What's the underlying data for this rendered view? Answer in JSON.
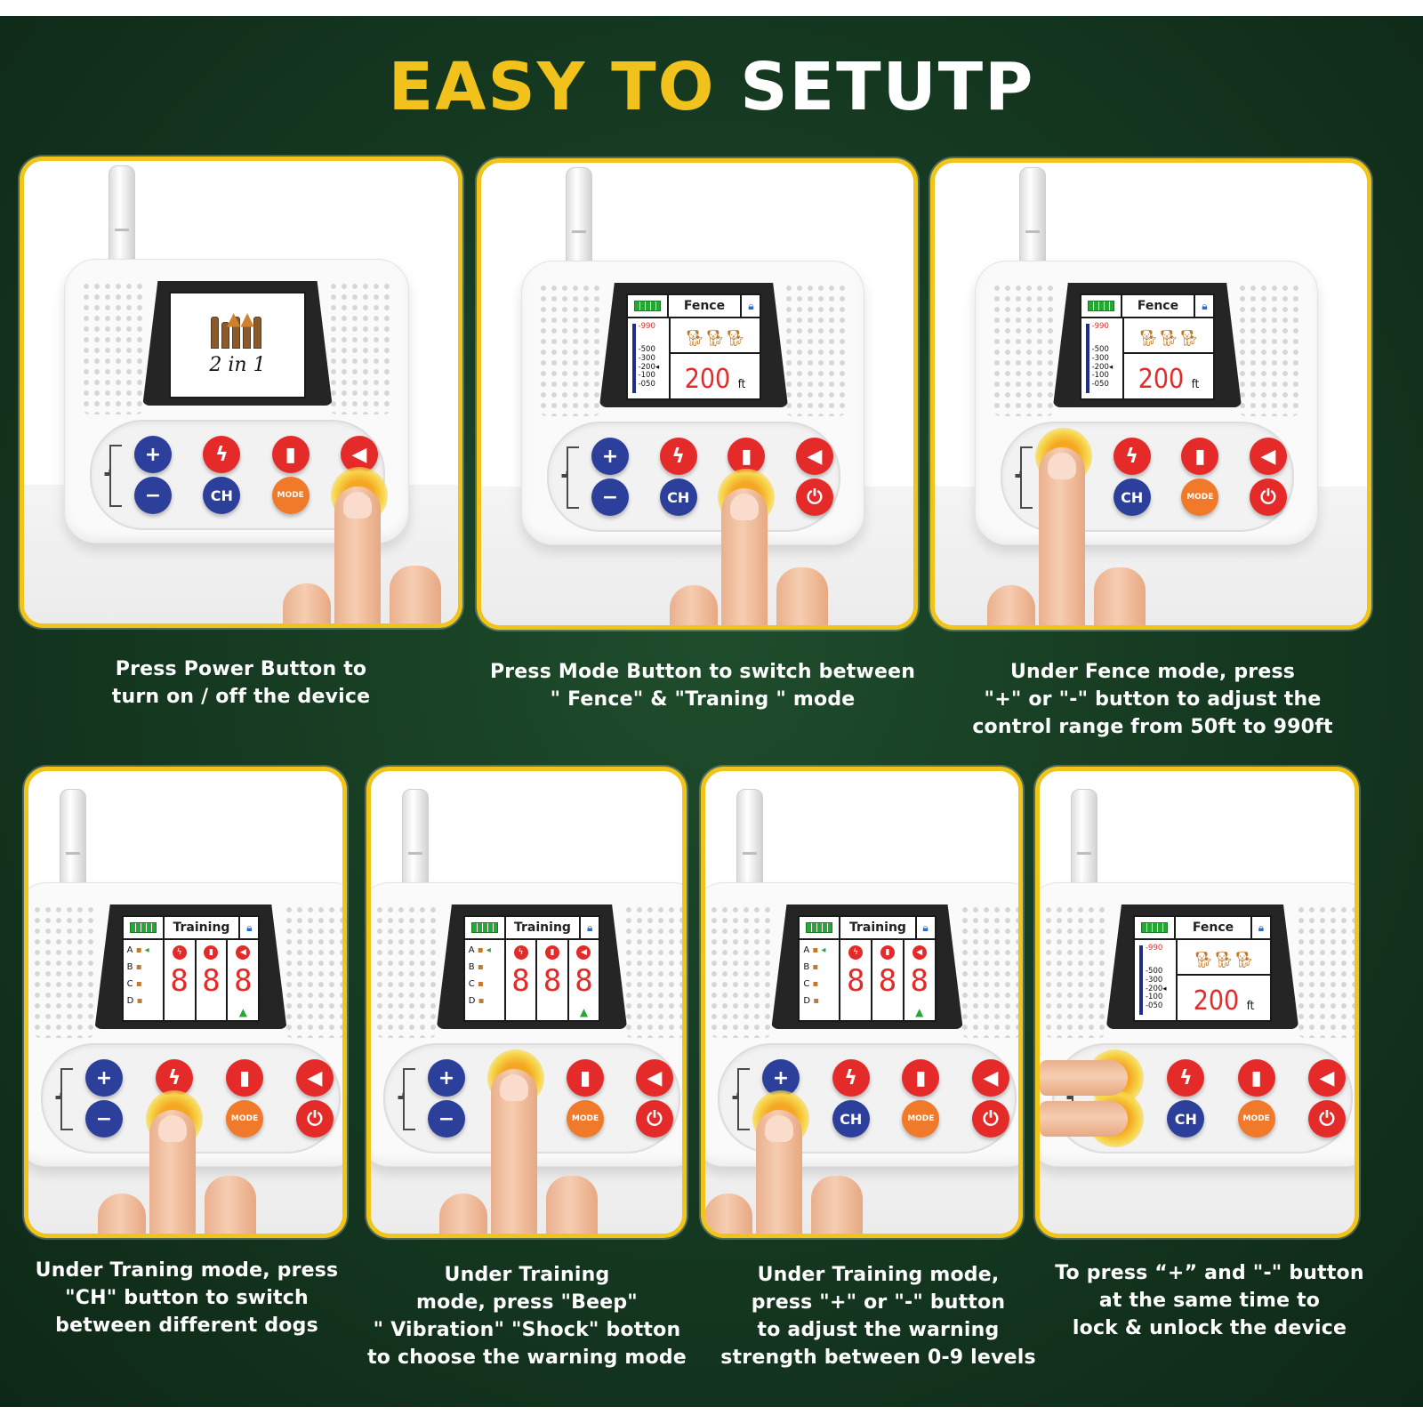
{
  "title": {
    "part1": "EASY TO",
    "part2": "SETUTP"
  },
  "screens": {
    "intro_text": "2 in 1",
    "fence_mode": "Fence",
    "training_mode": "Training",
    "fence_scale": [
      "990",
      "500",
      "300",
      "200",
      "100",
      "050"
    ],
    "fence_value": "200",
    "fence_unit": "ft",
    "dog_channels": [
      "A",
      "B",
      "C",
      "D"
    ],
    "training_digits": [
      "8",
      "8",
      "8"
    ]
  },
  "buttons": {
    "plus": "+",
    "minus": "−",
    "ch": "CH",
    "mode": "MODE"
  },
  "steps": [
    {
      "caption": [
        "Press Power Button to",
        "turn on / off the device"
      ]
    },
    {
      "caption": [
        "Press Mode Button to switch between",
        "\" Fence\" & \"Traning \" mode"
      ]
    },
    {
      "caption": [
        "Under Fence mode, press",
        "\"+\" or \"-\" button to adjust the",
        "control range from 50ft to 990ft"
      ]
    },
    {
      "caption": [
        "Under Traning mode, press",
        "\"CH\" button to switch",
        "between different dogs"
      ]
    },
    {
      "caption": [
        "Under Training",
        "mode, press \"Beep\"",
        "\" Vibration\" \"Shock\" botton",
        "to choose the warning mode"
      ]
    },
    {
      "caption": [
        "Under Training mode,",
        "press \"+\" or \"-\" button",
        "to adjust the warning",
        "strength between 0-9 levels"
      ]
    },
    {
      "caption": [
        "To press “+” and  \"-\" button",
        "at the same time to",
        "lock & unlock the device"
      ]
    }
  ],
  "colors": {
    "background": "#163b22",
    "title_yellow": "#f1c21b",
    "panel_border": "#f0c419",
    "button_blue": "#2c3f9a",
    "button_red": "#e52a2a",
    "button_orange": "#f07a2a",
    "press_glow": "#f5a623"
  },
  "icons": [
    "antenna-icon",
    "shock-icon",
    "vibration-icon",
    "beep-icon",
    "power-icon",
    "lock-icon",
    "battery-icon",
    "dog-icon",
    "fence-icon",
    "finger-icon"
  ]
}
